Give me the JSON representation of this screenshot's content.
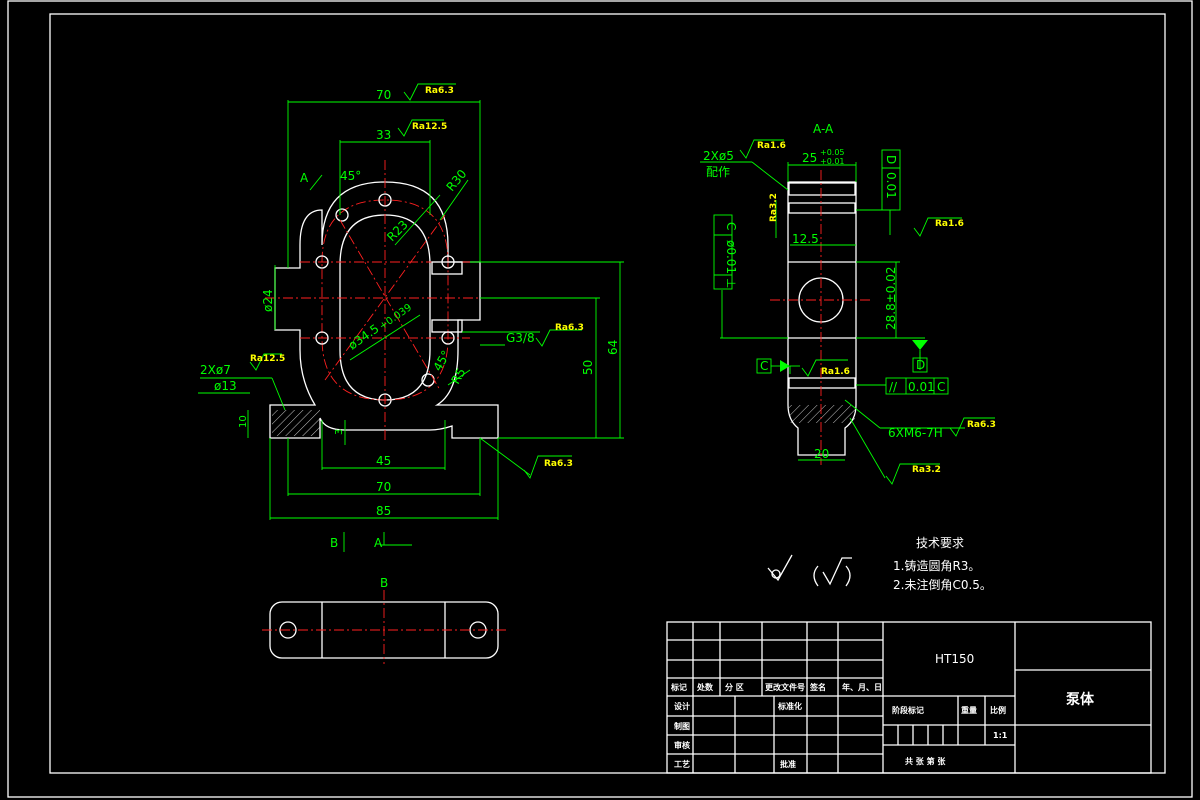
{
  "colors": {
    "outline": "#ffffff",
    "dimension": "#00ff00",
    "centerline": "#ff2020",
    "roughness": "#ffff00",
    "background": "#000000"
  },
  "front_view": {
    "dim_70_top": "70",
    "dim_33": "33",
    "dim_45deg": "45°",
    "dim_r30": "R30",
    "dim_r23": "R23",
    "dim_phi24": "ø24",
    "dim_phi345": "ø34.5",
    "dim_tol_phi345": "+0.039",
    "dim_r5": "R5",
    "dim_45deg_b": "45°",
    "dim_50": "50",
    "dim_64": "64",
    "dim_10": "10",
    "dim_3": "3",
    "dim_45": "45",
    "dim_70_bottom": "70",
    "dim_85": "85",
    "hole_note": "2Xø7",
    "hole_cbore": "ø13",
    "thread_note": "G3/8",
    "ra_top": "Ra6.3",
    "ra_33": "Ra12.5",
    "ra_holes": "Ra12.5",
    "ra_thread": "Ra6.3",
    "ra_base": "Ra6.3",
    "section_mark_a": "A",
    "view_mark_b": "B",
    "view_mark_a": "A"
  },
  "section_view": {
    "title": "A-A",
    "hole_note": "2Xø5",
    "hole_note2": "配作",
    "ra_hole": "Ra1.6",
    "dim_25": "25",
    "tol_25_up": "+0.05",
    "tol_25_low": "+0.01",
    "ra_side": "Ra3.2",
    "dim_125": "12.5",
    "tol_perp": "⊥",
    "tol_perp_val": "ø0.01",
    "tol_perp_ref": "C",
    "tol_d_val": "0.01",
    "tol_d_ref": "D",
    "ra_top_right": "Ra1.6",
    "dim_288": "28.8±0.02",
    "datum_d": "D",
    "datum_c": "C",
    "ra_bore": "Ra1.6",
    "tol_par": "//",
    "tol_par_val": "0.01",
    "tol_par_ref": "C",
    "thread_note": "6XM6-7H",
    "ra_thread": "Ra6.3",
    "ra_bottom": "Ra3.2",
    "dim_20": "20"
  },
  "view_b": {
    "title": "B"
  },
  "tech_req": {
    "title": "技术要求",
    "items": [
      "1.铸造圆角R3。",
      "2.未注倒角C0.5。"
    ],
    "symbol": "√(√)"
  },
  "title_block": {
    "material": "HT150",
    "part_name": "泵体",
    "labels": [
      "标记",
      "处数",
      "分 区",
      "更改文件号",
      "签名",
      "年、月、日"
    ],
    "design": "设计",
    "standard": "标准化",
    "drawn": "制图",
    "check": "审核",
    "process": "工艺",
    "approve": "批准",
    "stage": "阶段标记",
    "weight": "重量",
    "scale_label": "比例",
    "scale_value": "1:1",
    "sheets": "共   张  第   张"
  }
}
